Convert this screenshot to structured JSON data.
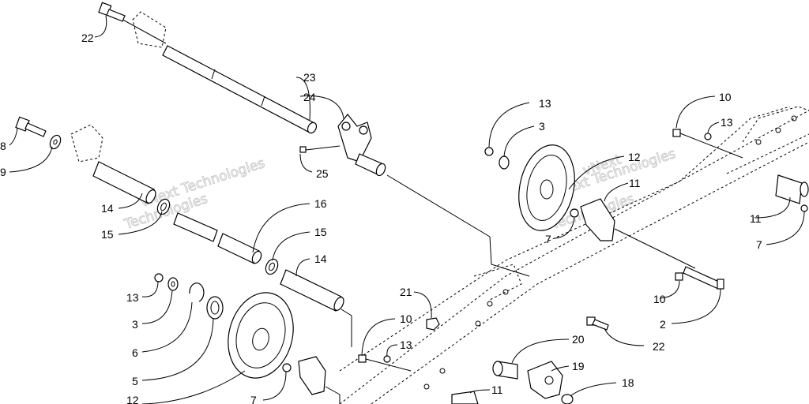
{
  "watermark": {
    "line1": "vNext Technologies",
    "line2": "vNext",
    "line3": "Technologies"
  },
  "callouts": [
    {
      "id": "c22a",
      "text": "22"
    },
    {
      "id": "c23",
      "text": "23"
    },
    {
      "id": "c24",
      "text": "24"
    },
    {
      "id": "c25",
      "text": "25"
    },
    {
      "id": "c8",
      "text": "8"
    },
    {
      "id": "c9",
      "text": "9"
    },
    {
      "id": "c14a",
      "text": "14"
    },
    {
      "id": "c15a",
      "text": "15"
    },
    {
      "id": "c16",
      "text": "16"
    },
    {
      "id": "c15b",
      "text": "15"
    },
    {
      "id": "c14b",
      "text": "14"
    },
    {
      "id": "c13a",
      "text": "13"
    },
    {
      "id": "c3a",
      "text": "3"
    },
    {
      "id": "c6",
      "text": "6"
    },
    {
      "id": "c5",
      "text": "5"
    },
    {
      "id": "c12a",
      "text": "12"
    },
    {
      "id": "c7a",
      "text": "7"
    },
    {
      "id": "c21",
      "text": "21"
    },
    {
      "id": "c10a",
      "text": "10"
    },
    {
      "id": "c13b",
      "text": "13"
    },
    {
      "id": "c20",
      "text": "20"
    },
    {
      "id": "c19",
      "text": "19"
    },
    {
      "id": "c18",
      "text": "18"
    },
    {
      "id": "c11a",
      "text": "11"
    },
    {
      "id": "c13c",
      "text": "13"
    },
    {
      "id": "c3b",
      "text": "3"
    },
    {
      "id": "c12b",
      "text": "12"
    },
    {
      "id": "c11b",
      "text": "11"
    },
    {
      "id": "c7b",
      "text": "7"
    },
    {
      "id": "c10b",
      "text": "10"
    },
    {
      "id": "c13d",
      "text": "13"
    },
    {
      "id": "c11c",
      "text": "11"
    },
    {
      "id": "c7c",
      "text": "7"
    },
    {
      "id": "c10c",
      "text": "10"
    },
    {
      "id": "c2",
      "text": "2"
    },
    {
      "id": "c22b",
      "text": "22"
    }
  ]
}
